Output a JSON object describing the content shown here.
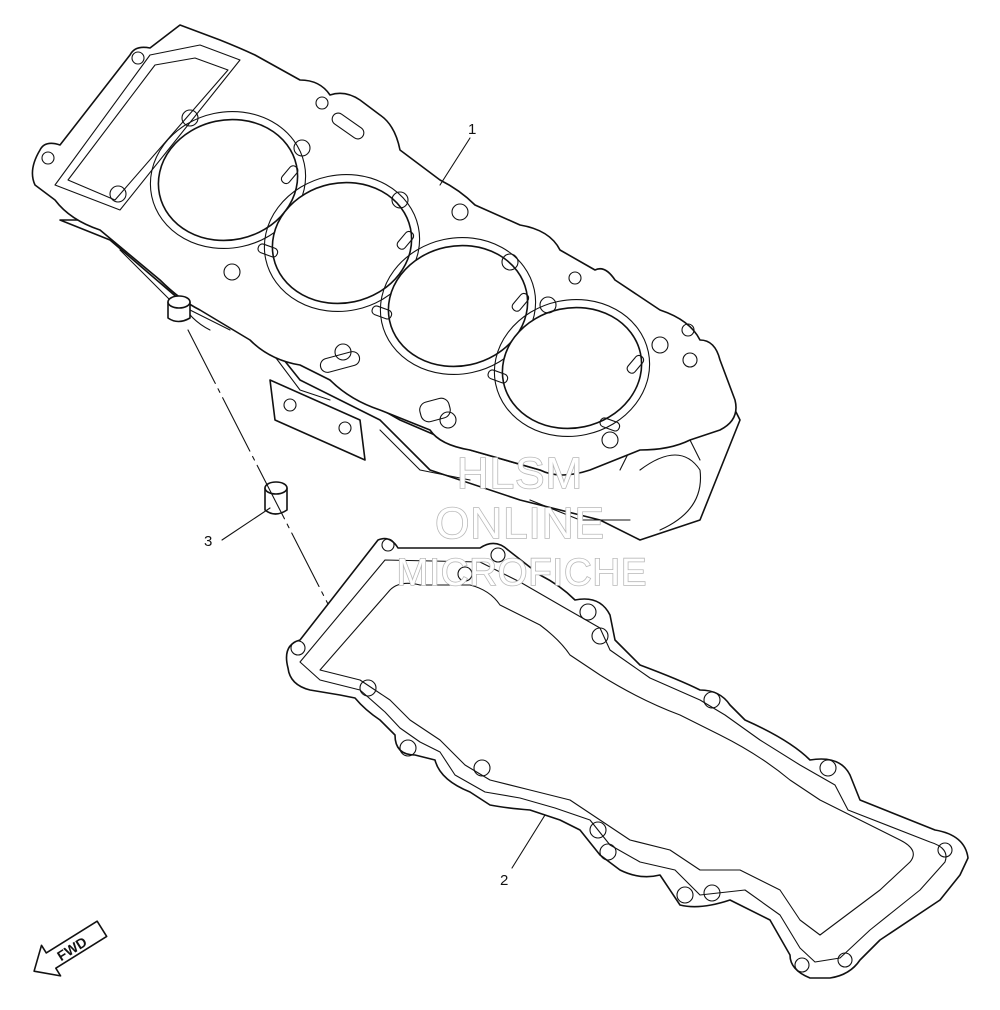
{
  "callouts": {
    "part1": "1",
    "part2": "2",
    "part3": "3"
  },
  "watermark": {
    "line1": "HLSM",
    "line2": "ONLINE",
    "line3": "MICROFICHE"
  },
  "fwd_label": "FWD",
  "colors": {
    "ink": "#111111",
    "watermark_outline": "#b8b8b8",
    "background": "#ffffff"
  }
}
